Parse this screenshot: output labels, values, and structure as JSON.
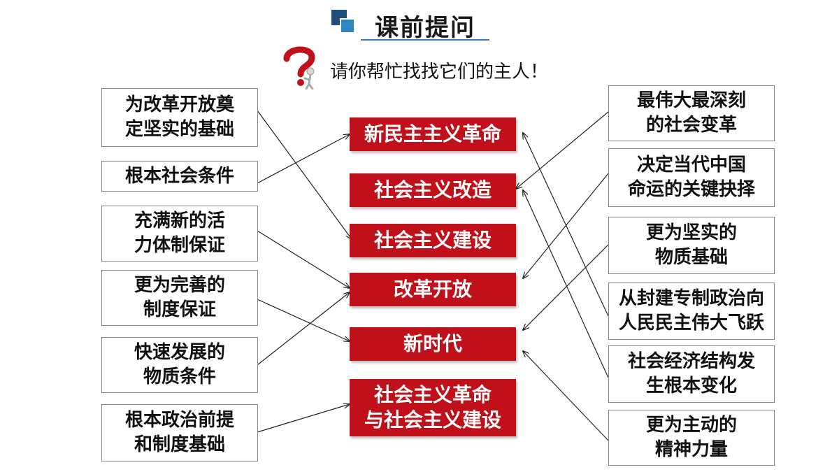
{
  "header": {
    "title": "课前提问",
    "prompt": "请你帮忙找找它们的主人！"
  },
  "centers": [
    "新民主主义革命",
    "社会主义改造",
    "社会主义建设",
    "改革开放",
    "新时代",
    "社会主义革命\n与社会主义建设"
  ],
  "left_items": [
    "为改革开放奠\n定坚实的基础",
    "根本社会条件",
    "充满新的活\n力体制保证",
    "更为完善的\n制度保证",
    "快速发展的\n物质条件",
    "根本政治前提\n和制度基础"
  ],
  "right_items": [
    "最伟大最深刻\n的社会变革",
    "决定当代中国\n命运的关键抉择",
    "更为坚实的\n物质基础",
    "从封建专制政治向\n人民民主伟大飞跃",
    "社会经济结构发\n生根本变化",
    "更为主动的\n精神力量"
  ],
  "colors": {
    "center_fill": "#c0111b",
    "title_underline": "#3a78b5",
    "logo_dark": "#1f4e79",
    "logo_light": "#2e86c1",
    "question_icon": "#c0111b"
  },
  "icons": {
    "logo": "stacked-squares-icon",
    "question": "question-mark-figure-icon"
  }
}
